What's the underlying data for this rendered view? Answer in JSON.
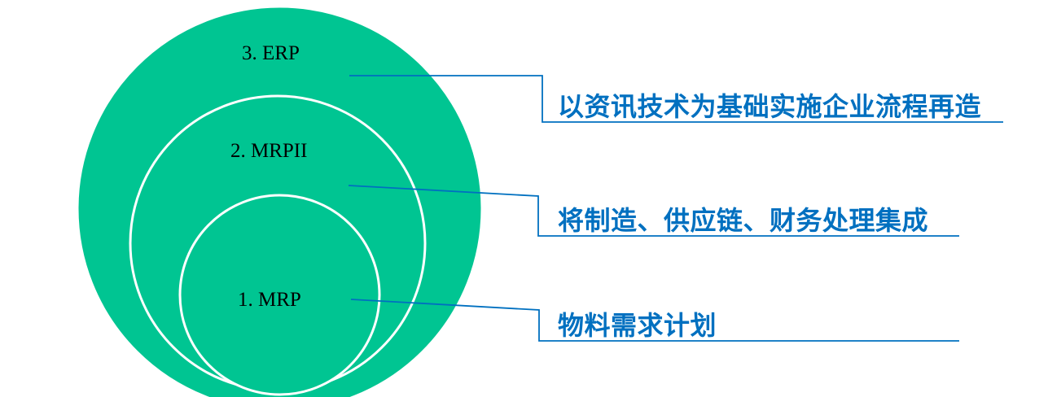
{
  "colors": {
    "background": "#FFFFFF",
    "circle_fill": "#00C592",
    "circle_stroke": "#FFFFFF",
    "accent_blue": "#0070C0",
    "label_black": "#000000"
  },
  "diagram": {
    "items": [
      {
        "label": "3. ERP",
        "annotation": "以资讯技术为基础实施企业流程再造"
      },
      {
        "label": "2. MRPII",
        "annotation": "将制造、供应链、财务处理集成"
      },
      {
        "label": "1. MRP",
        "annotation": "物料需求计划"
      }
    ]
  }
}
